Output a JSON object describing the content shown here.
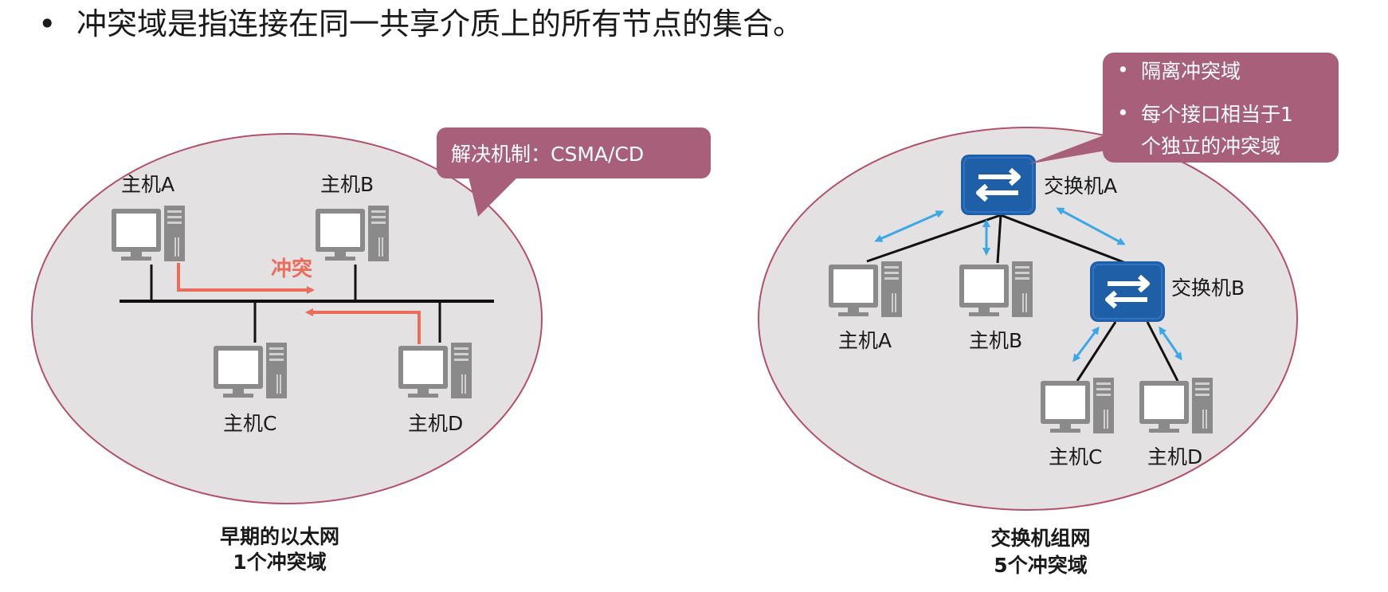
{
  "heading": {
    "bullet": "•",
    "text": "冲突域是指连接在同一共享介质上的所有节点的集合。"
  },
  "colors": {
    "domain_fill": "#e4e1e2",
    "domain_border": "#b3506a",
    "callout": "#a8607a",
    "conflict": "#ec6c5c",
    "switch": "#1f5fa8",
    "arrow": "#3aa8e6"
  },
  "left": {
    "callout": "解决机制：CSMA/CD",
    "hosts": [
      "主机A",
      "主机B",
      "主机C",
      "主机D"
    ],
    "conflict_label": "冲突",
    "caption_line1": "早期的以太网",
    "caption_line2": "1个冲突域"
  },
  "right": {
    "callout_items": [
      "隔离冲突域",
      "每个接口相当于1",
      "个独立的冲突域"
    ],
    "callout_bullet": "•",
    "switch_a": "交换机A",
    "switch_b": "交换机B",
    "hosts": [
      "主机A",
      "主机B",
      "主机C",
      "主机D"
    ],
    "caption_line1": "交换机组网",
    "caption_line2": "5个冲突域"
  }
}
